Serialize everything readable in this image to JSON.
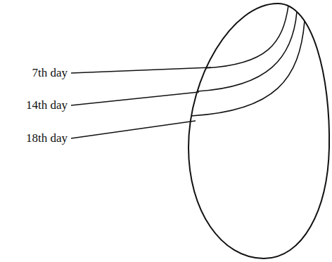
{
  "diagram": {
    "labels": [
      "7th day",
      "14th day",
      "18th day"
    ]
  }
}
